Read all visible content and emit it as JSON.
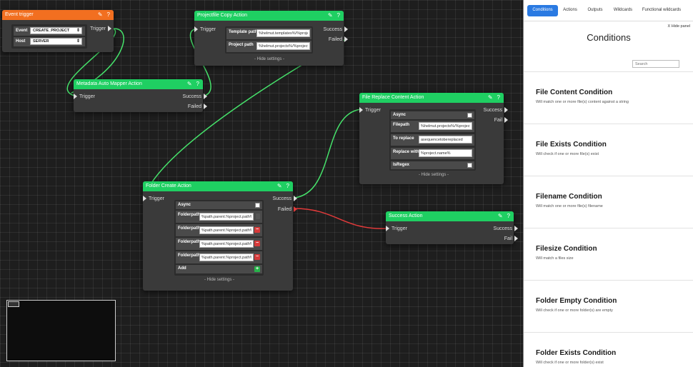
{
  "colors": {
    "node_green": "#1fcf62",
    "node_orange": "#f26f20",
    "wire_green": "#46e36b",
    "wire_red": "#e03a3a",
    "tab_active": "#2a7ae2"
  },
  "nodes": {
    "event_trigger": {
      "title": "Event trigger",
      "out_trigger": "Trigger",
      "event_label": "Event",
      "event_value": "CREATE_PROJECT",
      "host_label": "Host",
      "host_value": "SERVER"
    },
    "projectfile_copy": {
      "title": "Projectfile Copy Action",
      "in_trigger": "Trigger",
      "out_success": "Success",
      "out_failed": "Failed",
      "template_label": "Template path",
      "template_value": "%helmut.templates%/%project",
      "project_label": "Project path",
      "project_value": "%helmut.projects%/%project.",
      "hide": "- Hide settings -"
    },
    "metadata_mapper": {
      "title": "Metadata Auto Mapper Action",
      "in_trigger": "Trigger",
      "out_success": "Success",
      "out_failed": "Failed"
    },
    "file_replace": {
      "title": "File Replace Content Action",
      "in_trigger": "Trigger",
      "out_success": "Success",
      "out_fail": "Fail",
      "async_label": "Async",
      "filepath_label": "Filepath",
      "filepath_value": "%helmut.projects%/%project.",
      "to_replace_label": "To replace",
      "to_replace_value": "asequencetobereplaced",
      "replace_with_label": "Replace with",
      "replace_with_value": "%project.name%",
      "isregex_label": "IsRegex",
      "hide": "- Hide settings -"
    },
    "folder_create": {
      "title": "Folder Create Action",
      "in_trigger": "Trigger",
      "out_success": "Success",
      "out_failed": "Failed",
      "async_label": "Async",
      "folderpath_label": "Folderpath",
      "folderpaths": [
        "%path.parent.%project.path%%",
        "%path.parent.%project.path%%",
        "%path.parent.%project.path%%",
        "%path.parent.%project.path%%"
      ],
      "add_label": "Add",
      "hide": "- Hide settings -"
    },
    "success_action": {
      "title": "Success Action",
      "in_trigger": "Trigger",
      "out_success": "Success",
      "out_fail": "Fail"
    }
  },
  "panel": {
    "tabs": [
      "Conditions",
      "Actions",
      "Outputs",
      "Wildcards",
      "Functional wildcards"
    ],
    "active_tab": "Conditions",
    "hide_panel": "X Hide panel",
    "title": "Conditions",
    "search_placeholder": "Search",
    "conditions": [
      {
        "title": "File Content Condition",
        "desc": "Will match one or more file(s) content against a string"
      },
      {
        "title": "File Exists Condition",
        "desc": "Will check if one or more file(s) exist"
      },
      {
        "title": "Filename Condition",
        "desc": "Will match one or more file(s) filename"
      },
      {
        "title": "Filesize Condition",
        "desc": "Will match a files size"
      },
      {
        "title": "Folder Empty Condition",
        "desc": "Will check if one or more folder(s) are empty"
      },
      {
        "title": "Folder Exists Condition",
        "desc": "Will check if one or more folder(s) exist"
      }
    ]
  }
}
